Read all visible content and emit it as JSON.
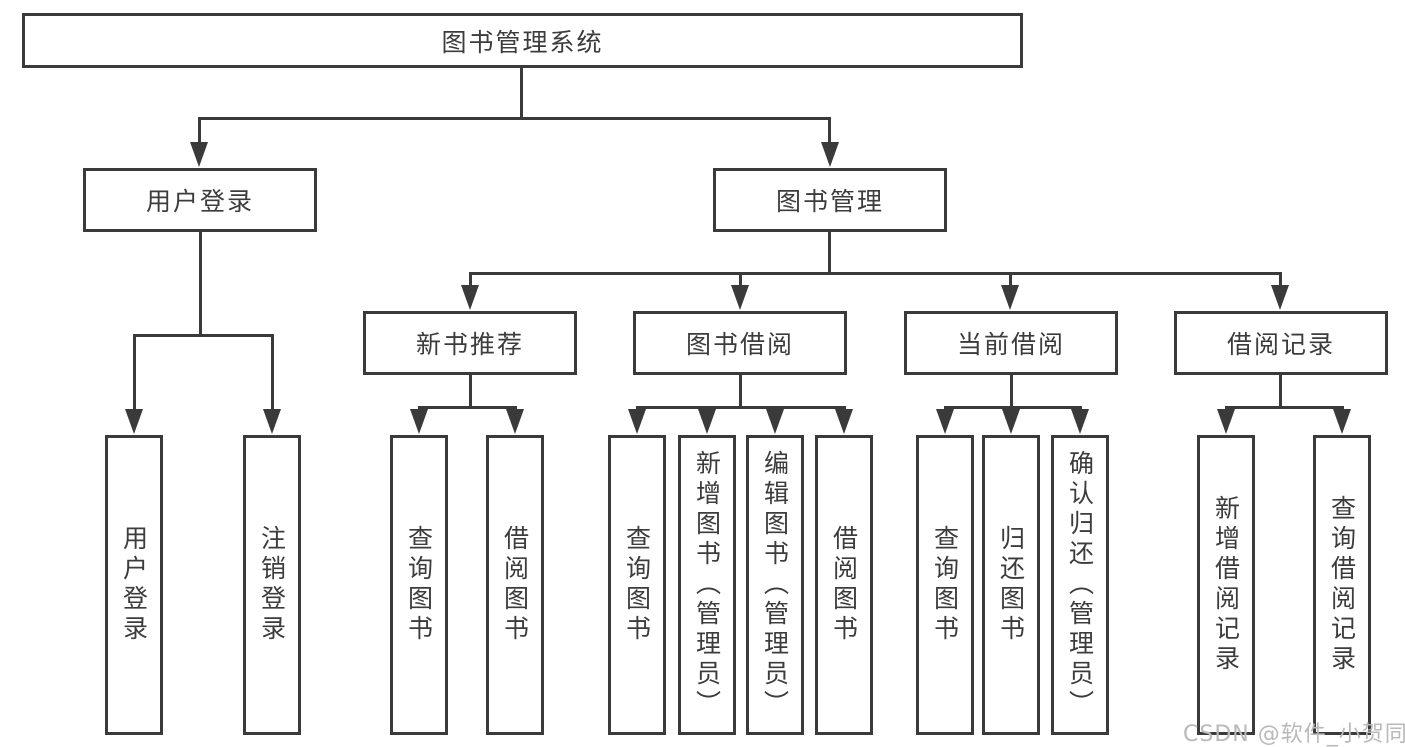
{
  "diagram": {
    "title": "图书管理系统",
    "root": {
      "label": "图书管理系统"
    },
    "branches": {
      "user_login": {
        "label": "用户登录",
        "children": {
          "login": {
            "label": "用户登录"
          },
          "logout": {
            "label": "注销登录"
          }
        }
      },
      "book_mgmt": {
        "label": "图书管理",
        "sections": {
          "new_book_rec": {
            "label": "新书推荐",
            "children": {
              "query": {
                "label": "查询图书"
              },
              "borrow": {
                "label": "借阅图书"
              }
            }
          },
          "book_borrow": {
            "label": "图书借阅",
            "children": {
              "query": {
                "label": "查询图书"
              },
              "add": {
                "label": "新增图书（管理员）"
              },
              "edit": {
                "label": "编辑图书（管理员）"
              },
              "borrow": {
                "label": "借阅图书"
              }
            }
          },
          "current_borrow": {
            "label": "当前借阅",
            "children": {
              "query": {
                "label": "查询图书"
              },
              "return": {
                "label": "归还图书"
              },
              "confirm": {
                "label": "确认归还（管理员）"
              }
            }
          },
          "borrow_records": {
            "label": "借阅记录",
            "children": {
              "add": {
                "label": "新增借阅记录"
              },
              "query": {
                "label": "查询借阅记录"
              }
            }
          }
        }
      }
    }
  },
  "watermark": {
    "text": "CSDN @软件_小贺同学"
  },
  "colors": {
    "line": "#3a3a3a",
    "text": "#3c3c3c",
    "watermark": "#b9b9b9",
    "background": "#ffffff"
  }
}
